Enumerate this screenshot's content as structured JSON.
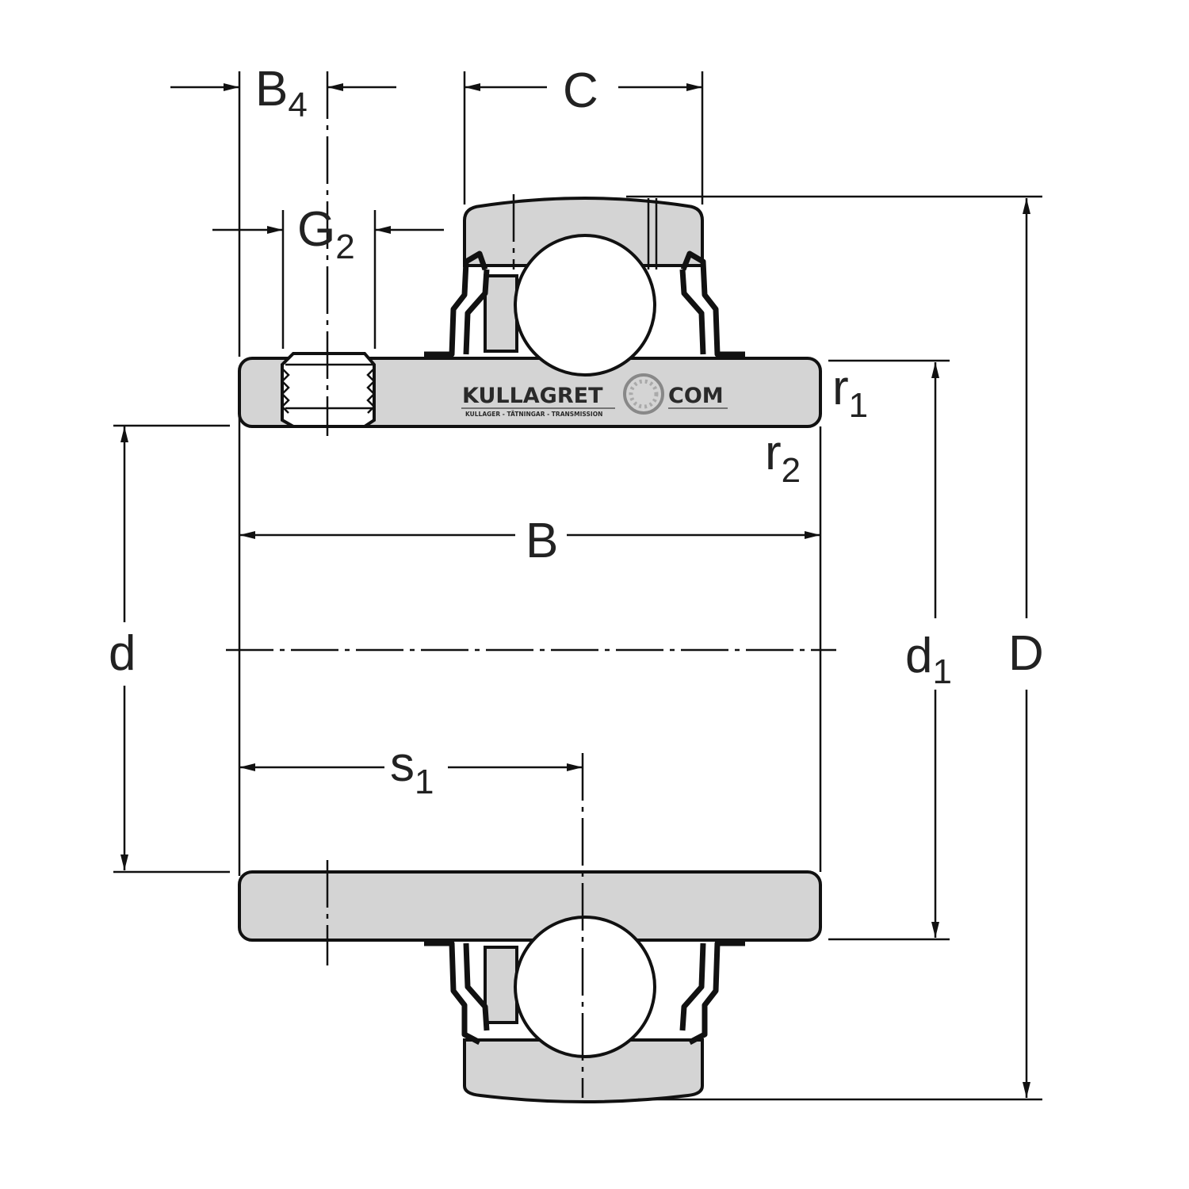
{
  "labels": {
    "B4": {
      "main": "B",
      "sub": "4"
    },
    "C": "C",
    "G2": {
      "main": "G",
      "sub": "2"
    },
    "r1": {
      "main": "r",
      "sub": "1"
    },
    "r2": {
      "main": "r",
      "sub": "2"
    },
    "B": "B",
    "d": "d",
    "d1": {
      "main": "d",
      "sub": "1"
    },
    "D": "D",
    "s1": {
      "main": "s",
      "sub": "1"
    }
  },
  "logo": {
    "name": "KULLAGRET",
    "suffix": "COM",
    "tagline": "KULLAGER - TÄTNINGAR - TRANSMISSION"
  },
  "colors": {
    "part_fill": "#d4d4d4",
    "line": "#111111"
  }
}
